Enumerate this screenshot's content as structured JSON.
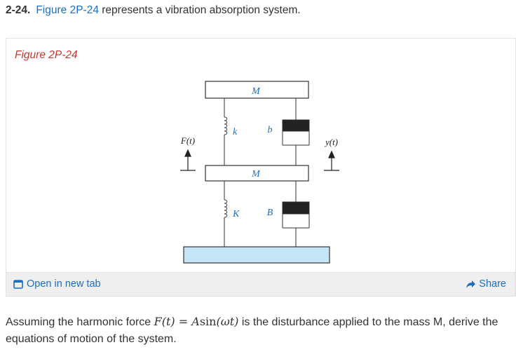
{
  "problem": {
    "number": "2-24.",
    "figure_ref": "Figure 2P-24",
    "title_rest": " represents a vibration absorption system."
  },
  "figure": {
    "caption": "Figure 2P-24",
    "labels": {
      "mass_top": "M",
      "mass_bottom": "M",
      "spring_top": "k",
      "spring_bottom": "K",
      "damper_top": "b",
      "damper_bottom": "B",
      "force": "F(t)",
      "displacement": "y(t)"
    },
    "colors": {
      "ground": "#c6e6f7",
      "damper_fill": "#222222",
      "line": "#333333",
      "label_blue": "#1a6fc4"
    }
  },
  "toolbar": {
    "open_label": "Open in new tab",
    "open_icon": "open-in-new-tab-icon",
    "share_label": "Share",
    "share_icon": "share-icon"
  },
  "question": {
    "prefix": "Assuming the harmonic force ",
    "formula_lhs": "F(t)",
    "formula_eq": " = ",
    "formula_coef": "A",
    "formula_fn": "sin",
    "formula_arg": "(ωt)",
    "suffix": " is the disturbance applied to the mass M, derive the equations of motion of the system."
  }
}
